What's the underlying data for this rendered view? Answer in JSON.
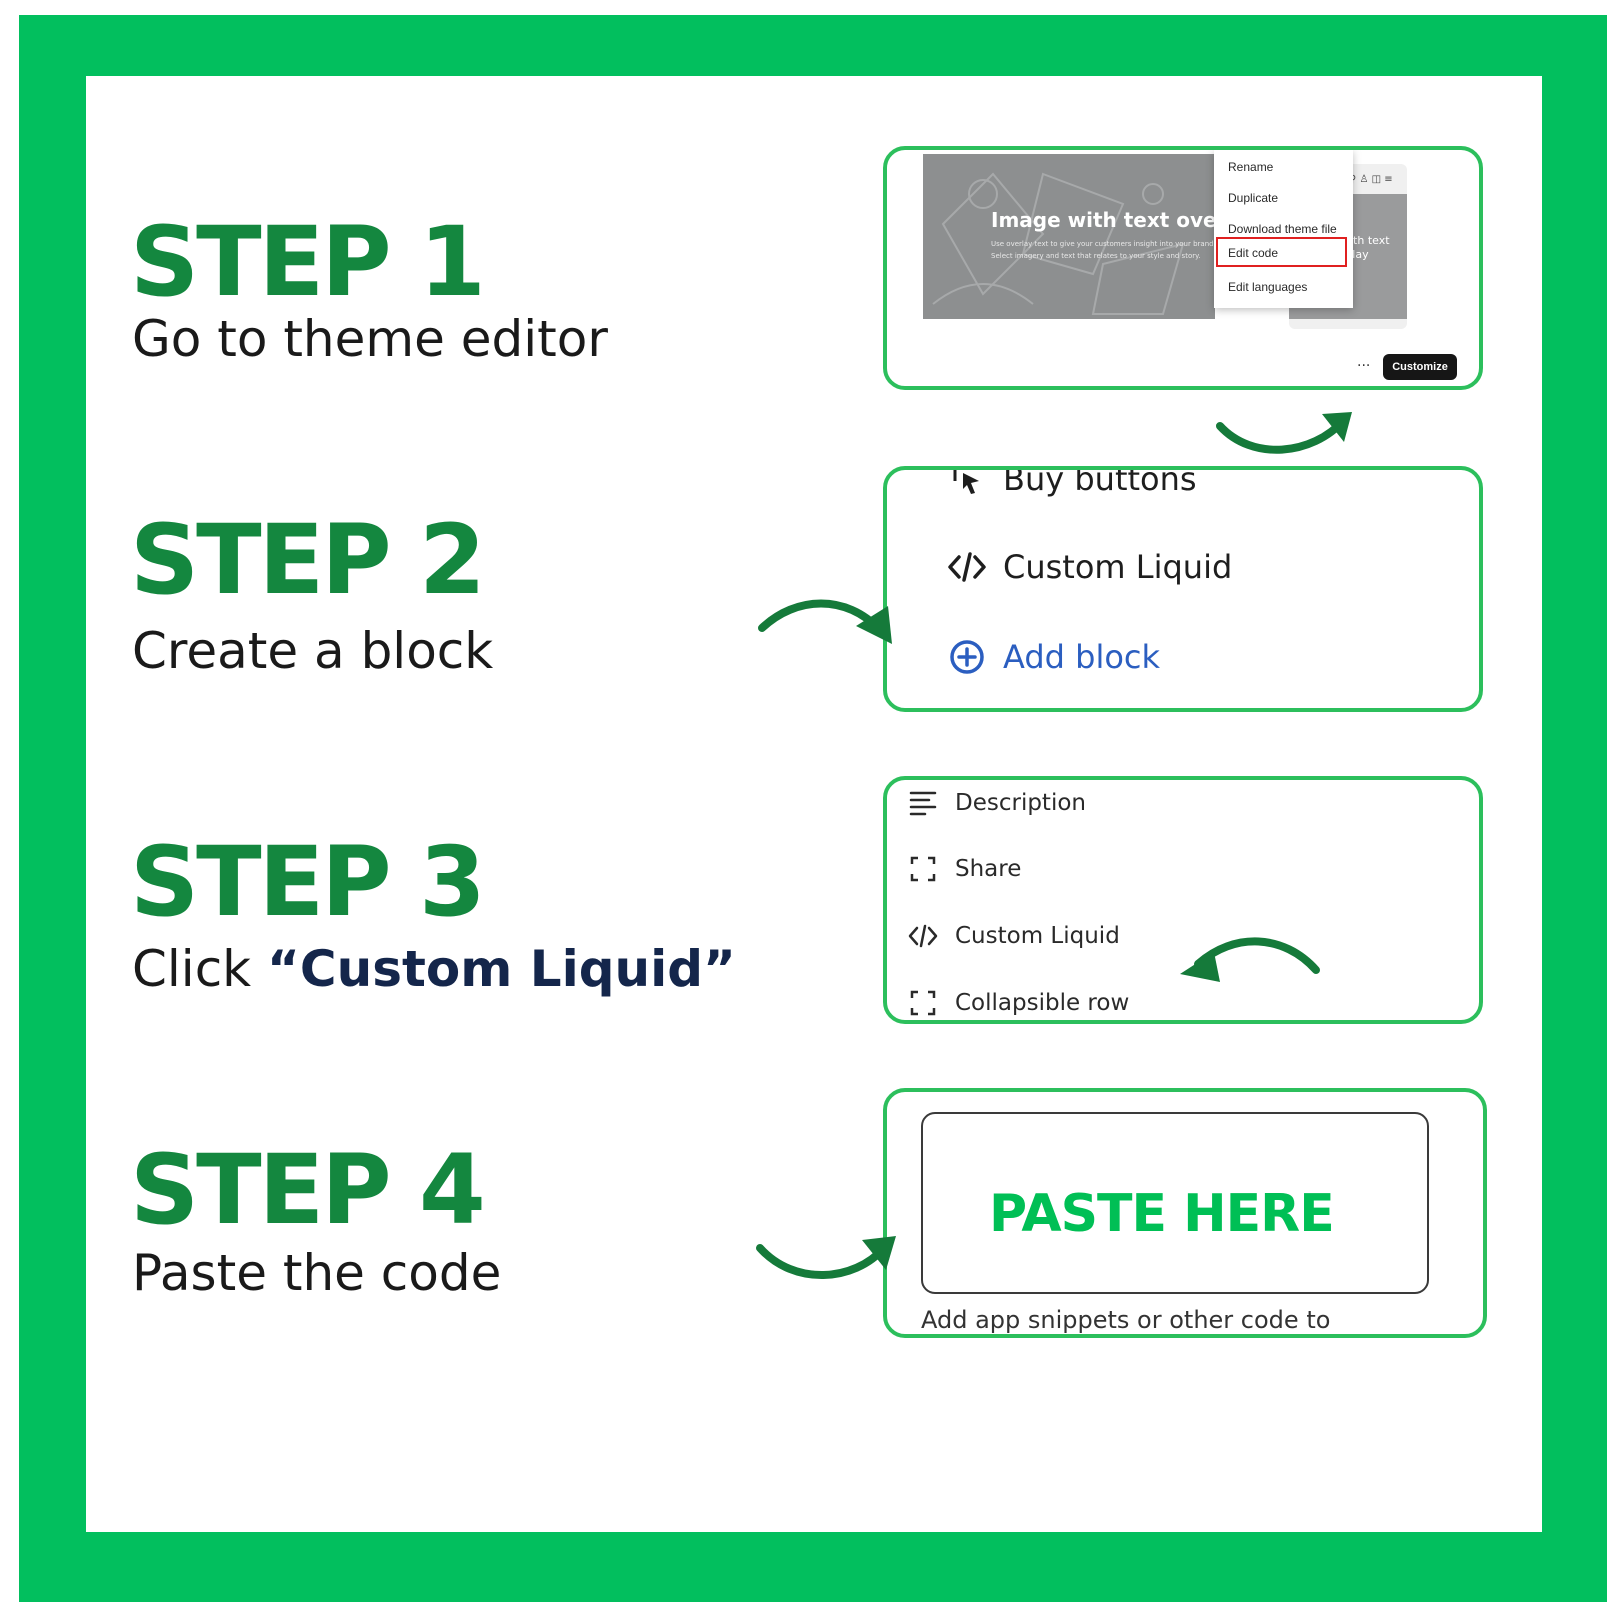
{
  "colors": {
    "frame_green": "#02bf5e",
    "title_green": "#14873f",
    "panel_border": "#2cbf5c",
    "paste_green": "#00bf55",
    "link_blue": "#2b5ec0",
    "highlight_red": "#e02020"
  },
  "steps": [
    {
      "title": "STEP 1",
      "description": "Go to theme editor",
      "panel": {
        "image_heading": "Image with text ove",
        "image_subtext": "Use overlay text to give your customers insight into your brand. Select imagery and text that relates to your style and story.",
        "preview_heading": "with text erlay",
        "menu_items": [
          "Rename",
          "Duplicate",
          "Download theme file",
          "Edit code",
          "Edit languages"
        ],
        "highlighted_item": "Edit code",
        "more_label": "···",
        "button_label": "Customize"
      }
    },
    {
      "title": "STEP 2",
      "description": "Create a block",
      "panel": {
        "items": [
          {
            "label": "Buy buttons",
            "icon": "cursor-click-icon"
          },
          {
            "label": "Custom Liquid",
            "icon": "code-icon"
          },
          {
            "label": "Add block",
            "icon": "plus-circle-icon"
          }
        ]
      }
    },
    {
      "title": "STEP 3",
      "description_prefix": "Click ",
      "description_emphasis": "“Custom Liquid”",
      "panel": {
        "items": [
          {
            "label": "Description",
            "icon": "text-lines-icon"
          },
          {
            "label": "Share",
            "icon": "dashed-square-icon"
          },
          {
            "label": "Custom Liquid",
            "icon": "code-icon"
          },
          {
            "label": "Collapsible row",
            "icon": "dashed-square-icon"
          }
        ]
      }
    },
    {
      "title": "STEP 4",
      "description": "Paste the code",
      "panel": {
        "paste_label": "PASTE HERE",
        "footer_text": "Add app snippets or other code to"
      }
    }
  ]
}
